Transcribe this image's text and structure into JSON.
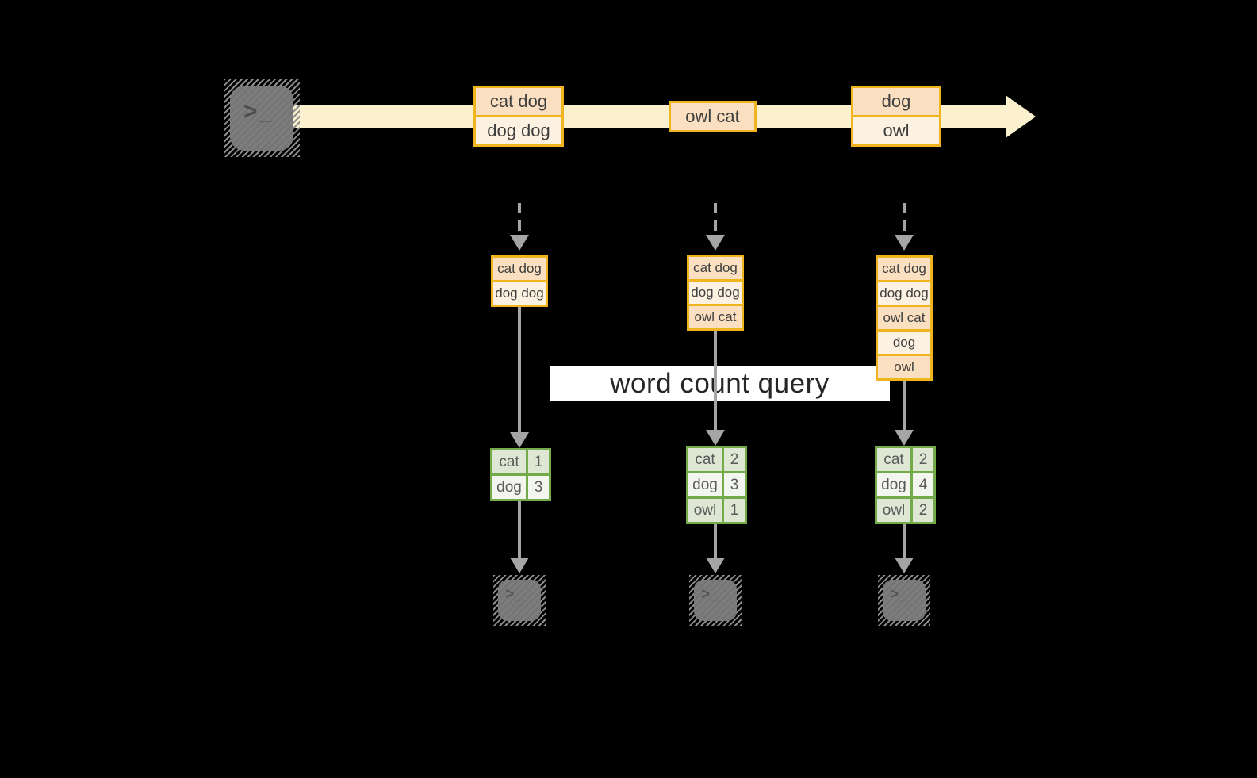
{
  "banner": {
    "label": "word count query"
  },
  "terminal_glyph": ">_",
  "colors": {
    "background": "#000000",
    "stream_band": "#fcf1cf",
    "message_border": "#f0b41e",
    "message_fill_dark": "#fadfc0",
    "message_fill_light": "#fdf2e2",
    "message_text": "#3e3e3e",
    "connector_gray": "#a5a5a5",
    "table_border": "#74ab4a",
    "table_fill_dark": "#dde7d3",
    "table_fill_light": "#f3f6ef",
    "table_text": "#5a5a5a",
    "banner_bg": "#ffffff",
    "banner_text": "#262626",
    "terminal_gray": "#7c7c7c"
  },
  "stream": {
    "messages": [
      {
        "lines": [
          "cat dog",
          "dog dog"
        ]
      },
      {
        "lines": [
          "owl cat"
        ]
      },
      {
        "lines": [
          "dog",
          "owl"
        ]
      }
    ]
  },
  "columns": [
    {
      "buffer": [
        "cat dog",
        "dog dog"
      ],
      "counts": [
        {
          "word": "cat",
          "count": "1"
        },
        {
          "word": "dog",
          "count": "3"
        }
      ]
    },
    {
      "buffer": [
        "cat dog",
        "dog dog",
        "owl cat"
      ],
      "counts": [
        {
          "word": "cat",
          "count": "2"
        },
        {
          "word": "dog",
          "count": "3"
        },
        {
          "word": "owl",
          "count": "1"
        }
      ]
    },
    {
      "buffer": [
        "cat dog",
        "dog dog",
        "owl cat",
        "dog",
        "owl"
      ],
      "counts": [
        {
          "word": "cat",
          "count": "2"
        },
        {
          "word": "dog",
          "count": "4"
        },
        {
          "word": "owl",
          "count": "2"
        }
      ]
    }
  ]
}
